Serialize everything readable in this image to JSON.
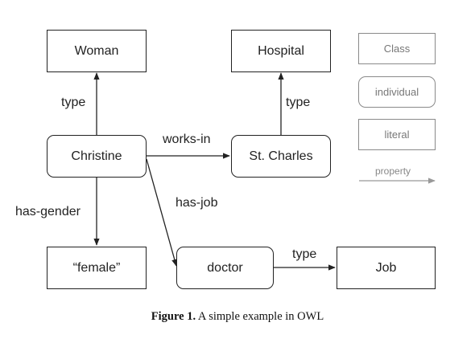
{
  "nodes": {
    "woman": "Woman",
    "hospital": "Hospital",
    "christine": "Christine",
    "st_charles": "St. Charles",
    "female": "“female”",
    "doctor": "doctor",
    "job": "Job"
  },
  "edges": {
    "christine_woman": "type",
    "stcharles_hospital": "type",
    "works_in": "works-in",
    "has_gender": "has-gender",
    "has_job": "has-job",
    "doctor_job": "type"
  },
  "legend": {
    "class": "Class",
    "individual": "individual",
    "literal": "literal",
    "property": "property"
  },
  "caption": {
    "label": "Figure 1.",
    "text": " A simple example in OWL"
  }
}
